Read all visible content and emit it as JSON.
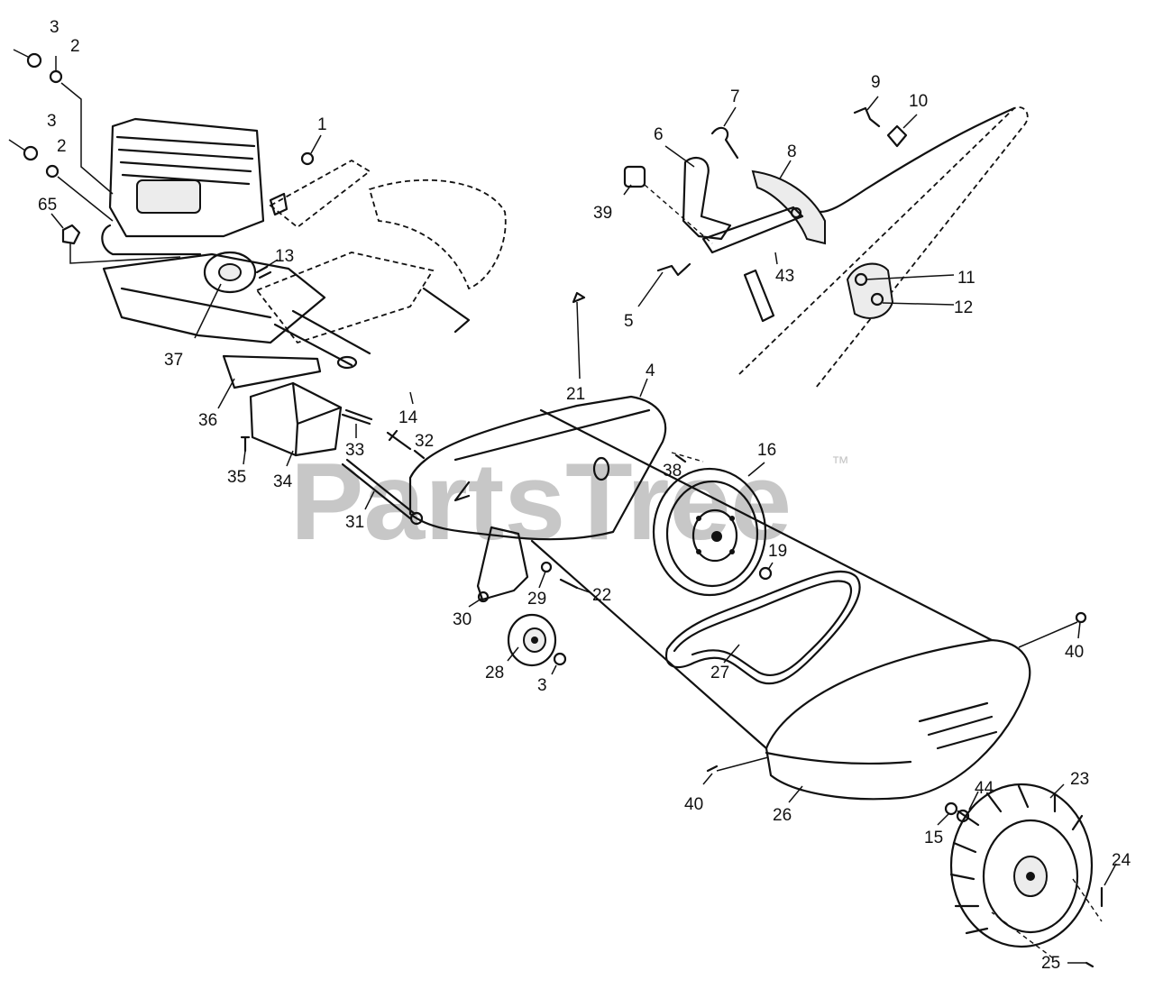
{
  "watermark": {
    "text": "PartsTree",
    "trademark": "™"
  },
  "callouts": [
    "3",
    "2",
    "3",
    "2",
    "65",
    "1",
    "13",
    "37",
    "36",
    "14",
    "33",
    "32",
    "35",
    "34",
    "31",
    "6",
    "7",
    "8",
    "39",
    "43",
    "5",
    "9",
    "10",
    "11",
    "12",
    "21",
    "4",
    "38",
    "16",
    "19",
    "22",
    "29",
    "30",
    "28",
    "3",
    "27",
    "40",
    "40",
    "26",
    "23",
    "44",
    "15",
    "24",
    "25"
  ]
}
